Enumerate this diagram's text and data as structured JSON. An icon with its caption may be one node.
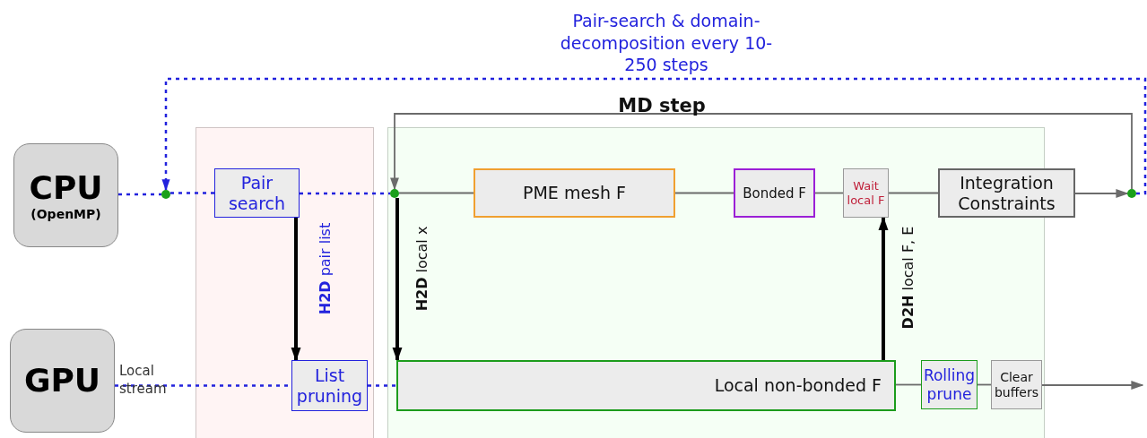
{
  "diagram": {
    "nodes": [
      {
        "text": [
          "CPU",
          "(OpenMP)"
        ]
      },
      {
        "text": [
          "GPU"
        ],
        "beside": [
          "Local stream"
        ]
      },
      {
        "text": [
          "Pair search"
        ]
      },
      {
        "text": [
          "List pruning"
        ]
      },
      {
        "text": [
          "PME mesh F"
        ]
      },
      {
        "text": [
          "Bonded F"
        ]
      },
      {
        "text": [
          "Wait local F"
        ]
      },
      {
        "text": [
          "Integration Constraints"
        ]
      },
      {
        "text": [
          "Local non-bonded F"
        ]
      },
      {
        "text": [
          "Rolling prune"
        ]
      },
      {
        "text": [
          "Clear buffers"
        ]
      },
      {
        "text": [],
        "shape": "circle"
      },
      {
        "text": [],
        "shape": "circle"
      },
      {
        "text": [],
        "shape": "circle"
      }
    ],
    "edges": [
      {
        "from": 0,
        "to": 11,
        "arrow": "none",
        "style": "dashed",
        "color": "#2222dd"
      },
      {
        "from": 11,
        "to": 2,
        "arrow": "none",
        "style": "dashed",
        "color": "#2222dd"
      },
      {
        "from": 2,
        "to": 12,
        "arrow": "none",
        "style": "dashed",
        "color": "#2222dd"
      },
      {
        "from": 12,
        "to": 4,
        "arrow": "none"
      },
      {
        "from": 4,
        "to": 5,
        "arrow": "none"
      },
      {
        "from": 5,
        "to": 6,
        "arrow": "none"
      },
      {
        "from": 6,
        "to": 7,
        "arrow": "none"
      },
      {
        "from": 7,
        "to": 13,
        "arrow": "to"
      },
      {
        "from": 13,
        "to": 12,
        "arrow": "to",
        "label": "MD step"
      },
      {
        "from": 13,
        "to": 11,
        "arrow": "to",
        "label": "Pair-search & domain-decomposition every 10-250 steps",
        "style": "dashed",
        "color": "#2222dd"
      },
      {
        "from": 2,
        "to": 3,
        "arrow": "to",
        "label": "**H2D** pair list",
        "style": "thick",
        "color": "#000000"
      },
      {
        "from": 12,
        "to": 8,
        "arrow": "to",
        "label": "**H2D** local x",
        "style": "thick",
        "color": "#000000"
      },
      {
        "from": 8,
        "to": 6,
        "arrow": "to",
        "label": "**D2H** local F, E",
        "style": "thick",
        "color": "#000000"
      },
      {
        "from": 1,
        "to": 3,
        "arrow": "none",
        "style": "dashed",
        "color": "#2222dd"
      },
      {
        "from": 3,
        "to": 8,
        "arrow": "none",
        "style": "dashed",
        "color": "#2222dd"
      },
      {
        "from": 8,
        "to": 9,
        "arrow": "none"
      },
      {
        "from": 9,
        "to": 10,
        "arrow": "none"
      },
      {
        "from": 10,
        "to": null,
        "arrow": "to"
      }
    ]
  }
}
